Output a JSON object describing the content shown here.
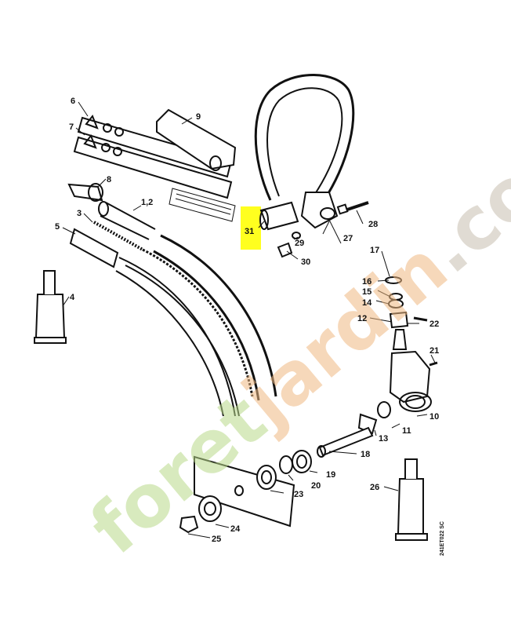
{
  "diagram": {
    "parts": {
      "p1_2": "1,2",
      "p3": "3",
      "p4": "4",
      "p5": "5",
      "p6": "6",
      "p7": "7",
      "p8": "8",
      "p9": "9",
      "p10": "10",
      "p11": "11",
      "p12": "12",
      "p13": "13",
      "p14": "14",
      "p15": "15",
      "p16": "16",
      "p17": "17",
      "p18": "18",
      "p19": "19",
      "p20": "20",
      "p21": "21",
      "p22": "22",
      "p23": "23",
      "p24": "24",
      "p25": "25",
      "p26": "26",
      "p27": "27",
      "p28": "28",
      "p29": "29",
      "p30": "30",
      "p31": "31"
    },
    "highlighted_part": "31",
    "reference_code": "241ET022 SC"
  },
  "watermark": {
    "part1": "foret",
    "part2": "jardin",
    "part3": ".com",
    "colors": {
      "foret": "#b9d98a",
      "jardin": "#f0b982",
      "com": "#c8bfb0"
    }
  },
  "colors": {
    "highlight": "#ffff1f",
    "line": "#111111"
  }
}
